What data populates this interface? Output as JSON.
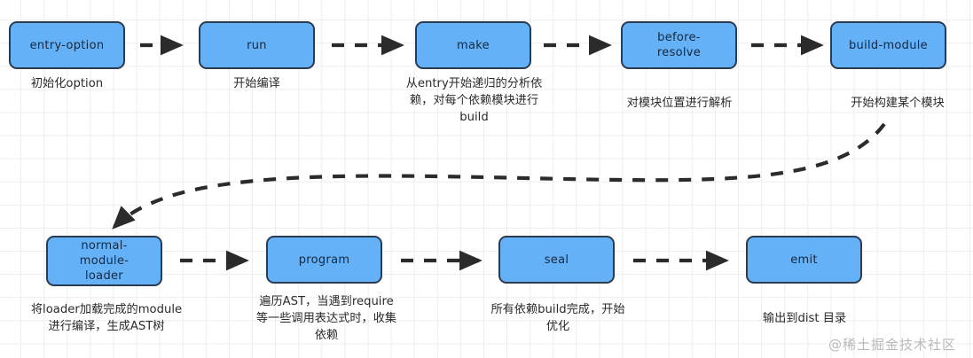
{
  "diagram": {
    "title": "webpack build lifecycle flowchart",
    "background": "#ffffff",
    "grid_color": "#ededed",
    "node_fill": "#64b1f7",
    "node_border": "#2d3b4e",
    "arrow_color": "#2b2b2b",
    "caption_color": "#2b2b2b"
  },
  "nodes": [
    {
      "id": "entry-option",
      "label": "entry-option",
      "caption": "初始化option"
    },
    {
      "id": "run",
      "label": "run",
      "caption": "开始编译"
    },
    {
      "id": "make",
      "label": "make",
      "caption": "从entry开始递归的分析依\n赖，对每个依赖模块进行\nbuild"
    },
    {
      "id": "before-resolve",
      "label": "before-\nresolve",
      "caption": "对模块位置进行解析"
    },
    {
      "id": "build-module",
      "label": "build-module",
      "caption": "开始构建某个模块"
    },
    {
      "id": "normal-module-loader",
      "label": "normal-\nmodule-\nloader",
      "caption": "将loader加载完成的module\n进行编译，生成AST树"
    },
    {
      "id": "program",
      "label": "program",
      "caption": "遍历AST，当遇到require\n等一些调用表达式时，收集\n依赖"
    },
    {
      "id": "seal",
      "label": "seal",
      "caption": "所有依赖build完成，开始\n优化"
    },
    {
      "id": "emit",
      "label": "emit",
      "caption": "输出到dist 目录"
    }
  ],
  "edges": [
    {
      "id": "e1",
      "from": "entry-option",
      "to": "run",
      "style": "dashed"
    },
    {
      "id": "e2",
      "from": "run",
      "to": "make",
      "style": "dashed"
    },
    {
      "id": "e3",
      "from": "make",
      "to": "before-resolve",
      "style": "dashed"
    },
    {
      "id": "e4",
      "from": "before-resolve",
      "to": "build-module",
      "style": "dashed"
    },
    {
      "id": "e5",
      "from": "build-module",
      "to": "normal-module-loader",
      "style": "dashed-curve"
    },
    {
      "id": "e6",
      "from": "normal-module-loader",
      "to": "program",
      "style": "dashed"
    },
    {
      "id": "e7",
      "from": "program",
      "to": "seal",
      "style": "dashed"
    },
    {
      "id": "e8",
      "from": "seal",
      "to": "emit",
      "style": "dashed"
    }
  ],
  "watermark": {
    "text": "@稀土掘金技术社区"
  }
}
